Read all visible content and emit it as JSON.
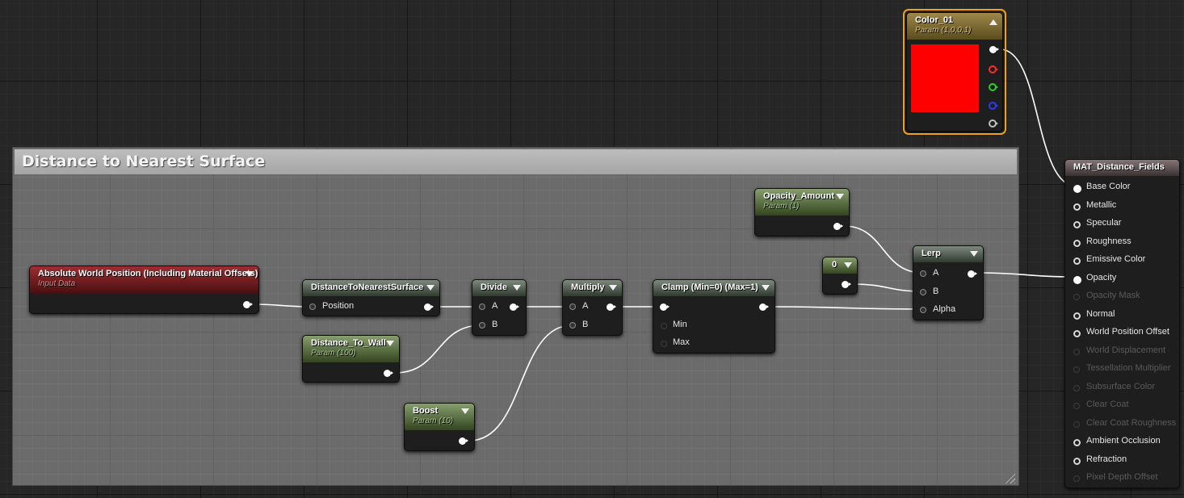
{
  "comment": {
    "title": "Distance to Nearest Surface"
  },
  "nodes": {
    "abs_world_pos": {
      "title": "Absolute World Position (Including Material Offsets)",
      "subtitle": "Input Data"
    },
    "dist_nearest": {
      "title": "DistanceToNearestSurface",
      "inputs": [
        "Position"
      ]
    },
    "dist_to_wall": {
      "title": "Distance_To_Wall",
      "subtitle": "Param (100)"
    },
    "boost": {
      "title": "Boost",
      "subtitle": "Param (10)"
    },
    "divide": {
      "title": "Divide",
      "inputs": [
        "A",
        "B"
      ]
    },
    "multiply": {
      "title": "Multiply",
      "inputs": [
        "A",
        "B"
      ]
    },
    "clamp": {
      "title": "Clamp (Min=0) (Max=1)",
      "inputs": [
        "Min",
        "Max"
      ]
    },
    "opacity_amount": {
      "title": "Opacity_Amount",
      "subtitle": "Param (1)"
    },
    "zero": {
      "title": "0"
    },
    "lerp": {
      "title": "Lerp",
      "inputs": [
        "A",
        "B",
        "Alpha"
      ]
    },
    "color_01": {
      "title": "Color_01",
      "subtitle": "Param (1,0,0,1)",
      "swatch_color": "#ff0000",
      "output_pin_colors": [
        "#ffffff",
        "#ff2a2a",
        "#2ad12a",
        "#2a3aff",
        "#bfbfbf"
      ]
    },
    "material": {
      "title": "MAT_Distance_Fields",
      "inputs": [
        {
          "label": "Base Color",
          "state": "connected"
        },
        {
          "label": "Metallic",
          "state": "enabled"
        },
        {
          "label": "Specular",
          "state": "enabled"
        },
        {
          "label": "Roughness",
          "state": "enabled"
        },
        {
          "label": "Emissive Color",
          "state": "enabled"
        },
        {
          "label": "Opacity",
          "state": "connected"
        },
        {
          "label": "Opacity Mask",
          "state": "disabled"
        },
        {
          "label": "Normal",
          "state": "enabled"
        },
        {
          "label": "World Position Offset",
          "state": "enabled"
        },
        {
          "label": "World Displacement",
          "state": "disabled"
        },
        {
          "label": "Tessellation Multiplier",
          "state": "disabled"
        },
        {
          "label": "Subsurface Color",
          "state": "disabled"
        },
        {
          "label": "Clear Coat",
          "state": "disabled"
        },
        {
          "label": "Clear Coat Roughness",
          "state": "disabled"
        },
        {
          "label": "Ambient Occlusion",
          "state": "enabled"
        },
        {
          "label": "Refraction",
          "state": "enabled"
        },
        {
          "label": "Pixel Depth Offset",
          "state": "disabled"
        }
      ]
    }
  }
}
